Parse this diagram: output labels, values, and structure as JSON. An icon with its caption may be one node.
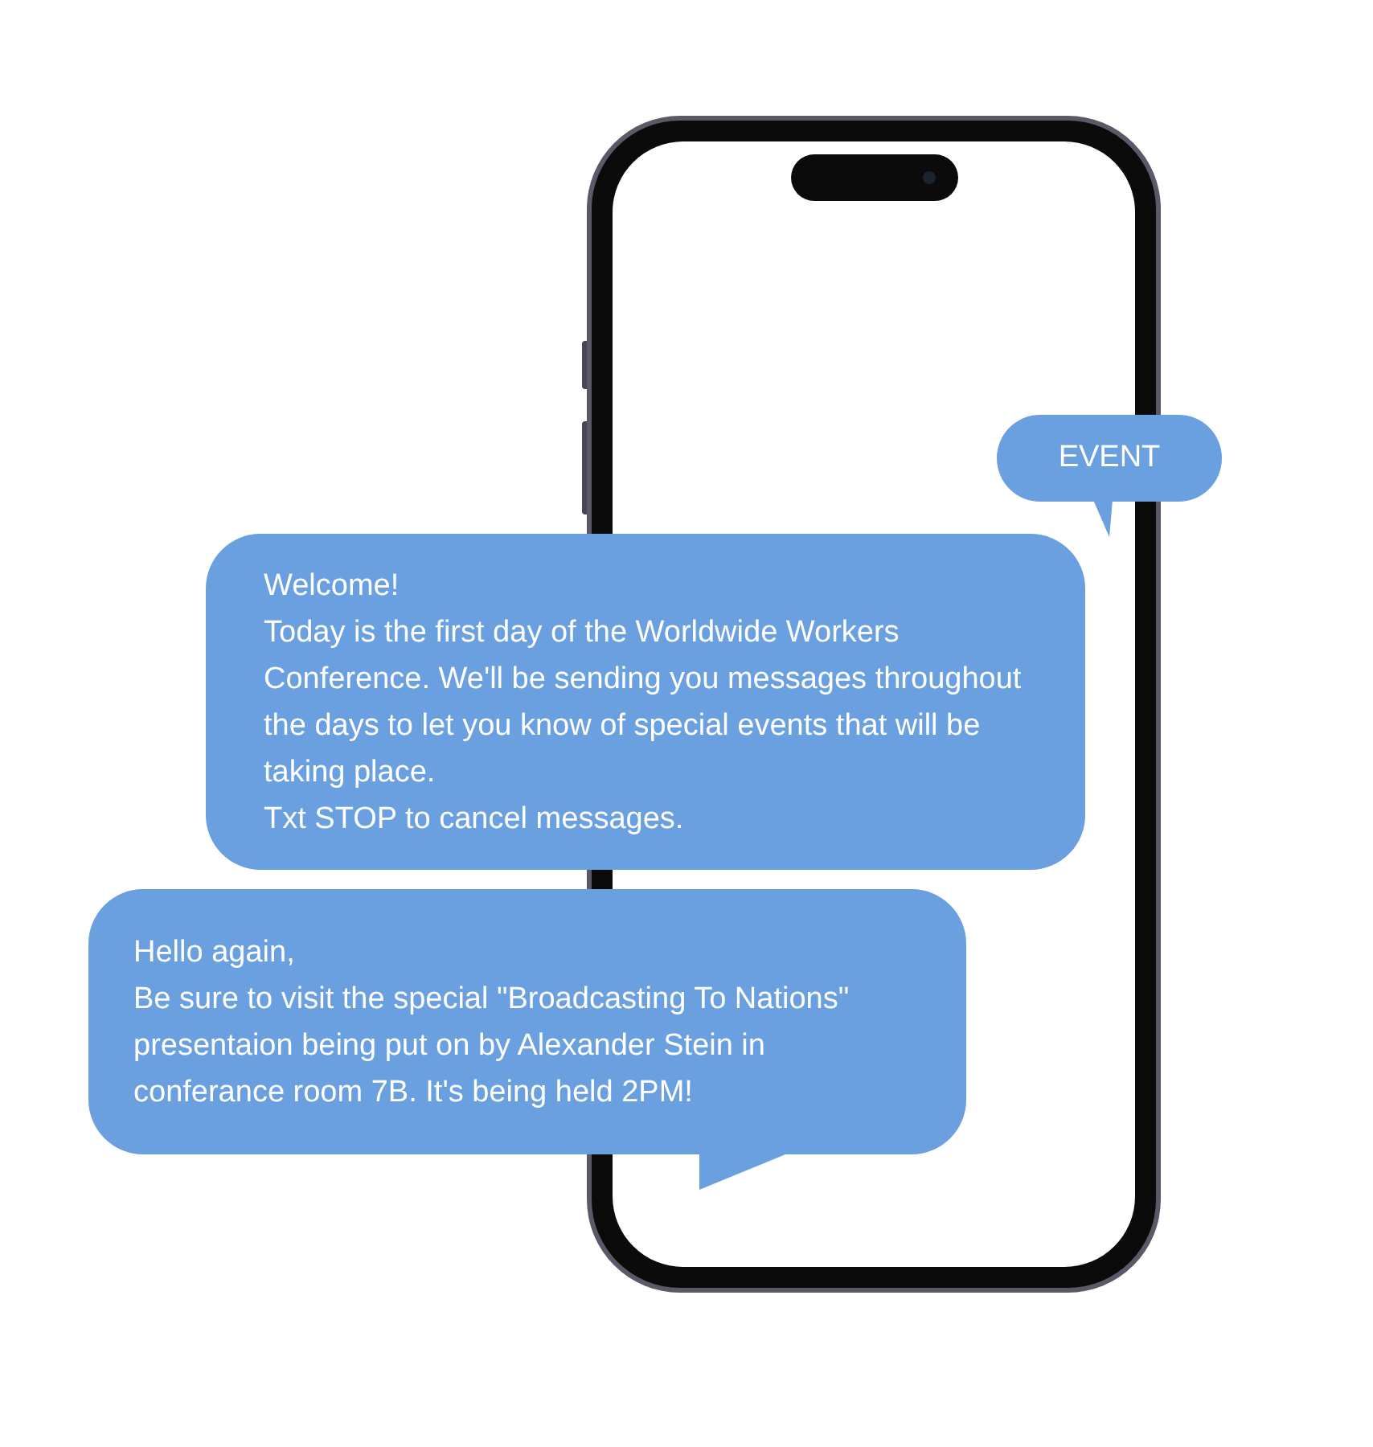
{
  "diagram": {
    "nodes": [
      {
        "text": [
          "EVENT"
        ]
      },
      {
        "text": [
          "Welcome!",
          "Today is the first day of the Worldwide Workers Conference. We'll be sending you messages throughout the days to let you know of special events that will be taking place.",
          "Txt STOP to cancel messages."
        ]
      },
      {
        "text": [
          "Hello again,",
          "Be sure to visit the special \"Broadcasting To Nations\" presentaion being put on by Alexander Stein in conferance room 7B. It's being held 2PM!"
        ]
      }
    ]
  }
}
